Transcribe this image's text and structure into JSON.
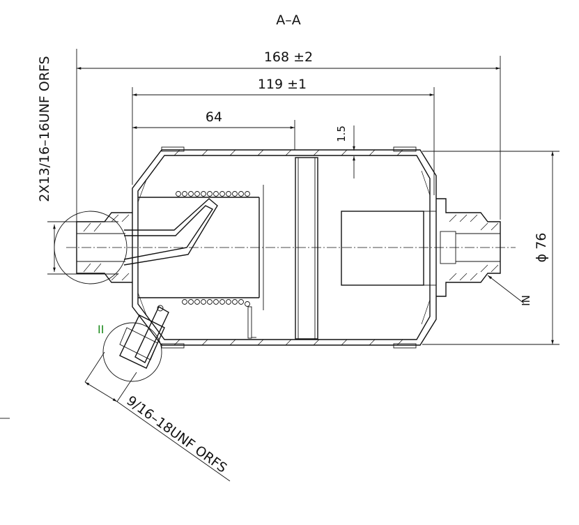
{
  "section_title": "A–A",
  "dimensions": {
    "overall_length": "168 ±2",
    "body_length": "119 ±1",
    "inlet_offset": "64",
    "wall_thickness": "1.5",
    "diameter": "ϕ 76"
  },
  "labels": {
    "port_thread_left": "2X13/16–16UNF ORFS",
    "port_thread_bottom": "9/16–18UNF ORFS",
    "detail_marker": "II",
    "inlet_label": "IN"
  },
  "colors": {
    "line": "#111111",
    "detail_marker": "#1a8a1a"
  }
}
